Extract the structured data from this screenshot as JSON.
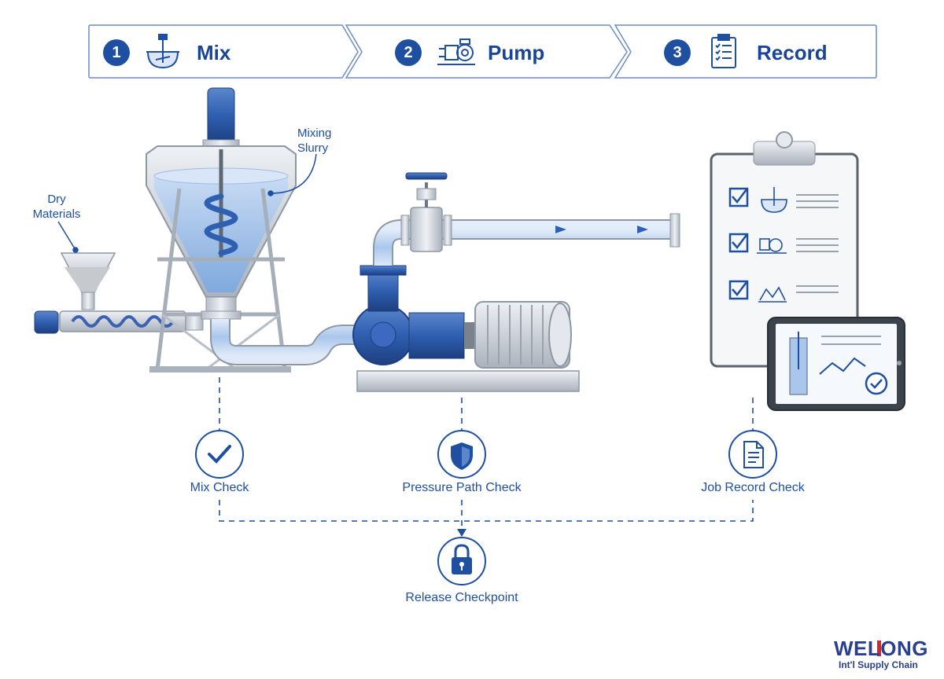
{
  "steps": [
    {
      "number": "1",
      "label": "Mix",
      "icon": "mixer-tank-icon"
    },
    {
      "number": "2",
      "label": "Pump",
      "icon": "pump-icon"
    },
    {
      "number": "3",
      "label": "Record",
      "icon": "clipboard-icon"
    }
  ],
  "callouts": {
    "dry_materials": "Dry\nMaterials",
    "mixing_slurry": "Mixing\nSlurry"
  },
  "checks": [
    {
      "label": "Mix Check",
      "icon": "checkmark-icon"
    },
    {
      "label": "Pressure Path Check",
      "icon": "shield-icon"
    },
    {
      "label": "Job Record Check",
      "icon": "document-icon"
    }
  ],
  "release": {
    "label": "Release Checkpoint",
    "icon": "padlock-icon"
  },
  "brand": {
    "name": "WELONG",
    "tagline": "Int'l Supply Chain"
  },
  "colors": {
    "primary": "#1f4fa0",
    "slurry": "#9cc0ea",
    "steel": "#c9ced6",
    "accent": "#d9232d"
  }
}
